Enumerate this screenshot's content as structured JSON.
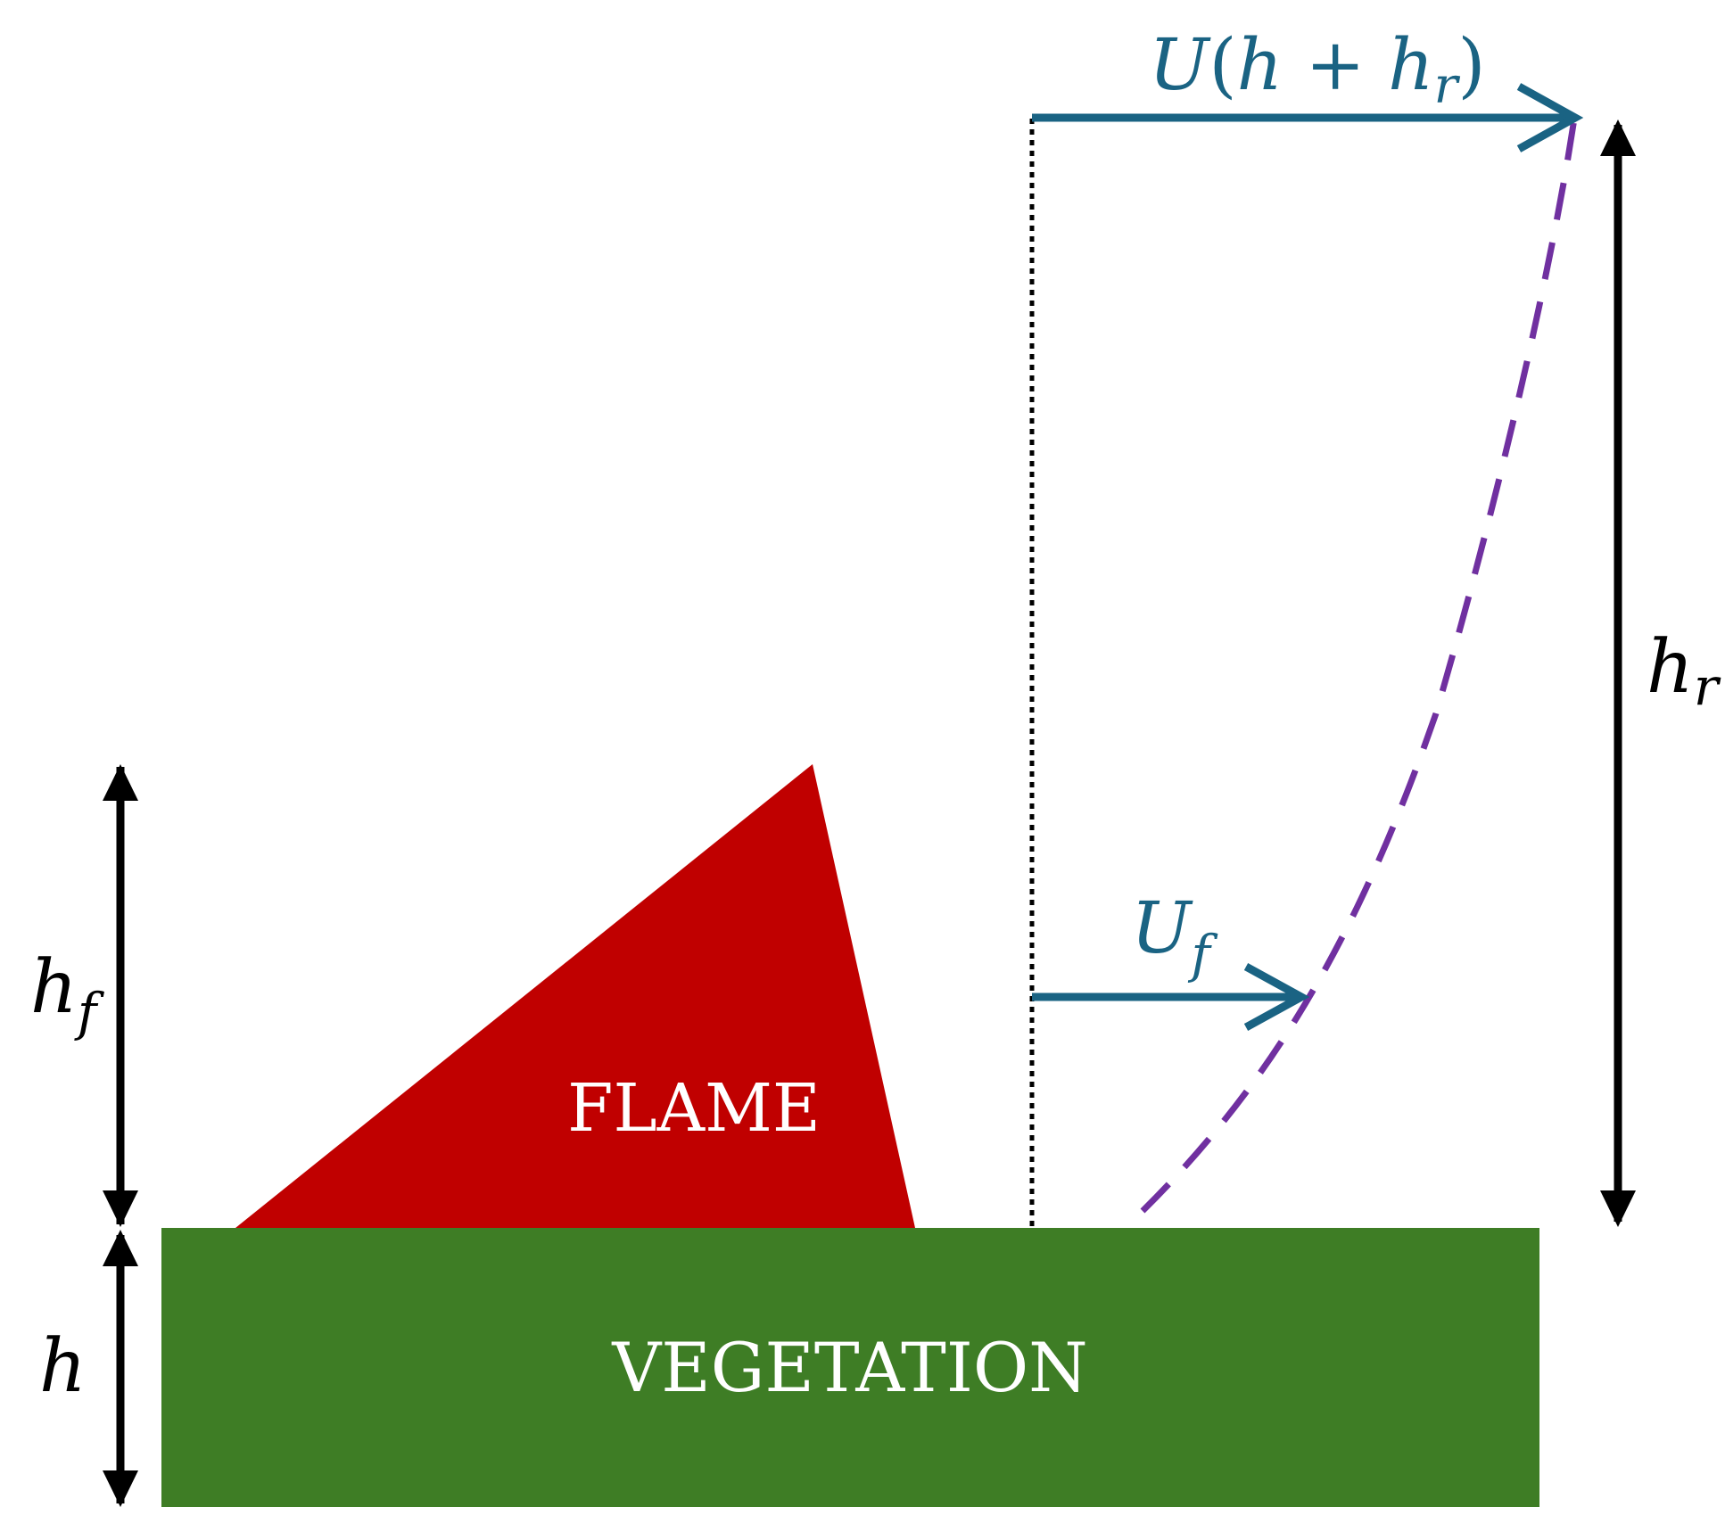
{
  "labels": {
    "flame": "FLAME",
    "vegetation": "VEGETATION",
    "h": "h",
    "h_f_base": "h",
    "h_f_sub": "f",
    "h_r_base": "h",
    "h_r_sub": "r",
    "u_f_base": "U",
    "u_f_sub": "f",
    "u_top_U": "U",
    "u_top_open": "(",
    "u_top_h": "h",
    "u_top_plus": " + ",
    "u_top_h2": "h",
    "u_top_sub": "r",
    "u_top_close": ")"
  },
  "colors": {
    "flame": "#c00000",
    "vegetation": "#3e7d25",
    "wind_arrow": "#1a6383",
    "wind_profile": "#7030a0",
    "dimension": "#000000"
  }
}
